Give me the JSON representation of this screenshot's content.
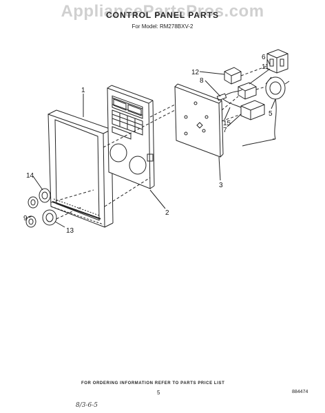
{
  "header": {
    "watermark": "AppliancePartsPros.com",
    "title": "CONTROL PANEL PARTS",
    "subtitle": "For Model: RM278BXV-2"
  },
  "callouts": {
    "c1": "1",
    "c2": "2",
    "c3": "3",
    "c5": "5",
    "c6": "6",
    "c7": "7",
    "c8": "8",
    "c9": "9",
    "c11": "11",
    "c12": "12",
    "c13": "13",
    "c14": "14",
    "c15": "15"
  },
  "footer": {
    "note": "FOR ORDERING INFORMATION REFER TO PARTS PRICE LIST",
    "page_number": "5",
    "document_number": "884474",
    "handwritten_note": "8/3-6-5"
  },
  "colors": {
    "line": "#222222",
    "watermark": "#c8c8c8"
  }
}
